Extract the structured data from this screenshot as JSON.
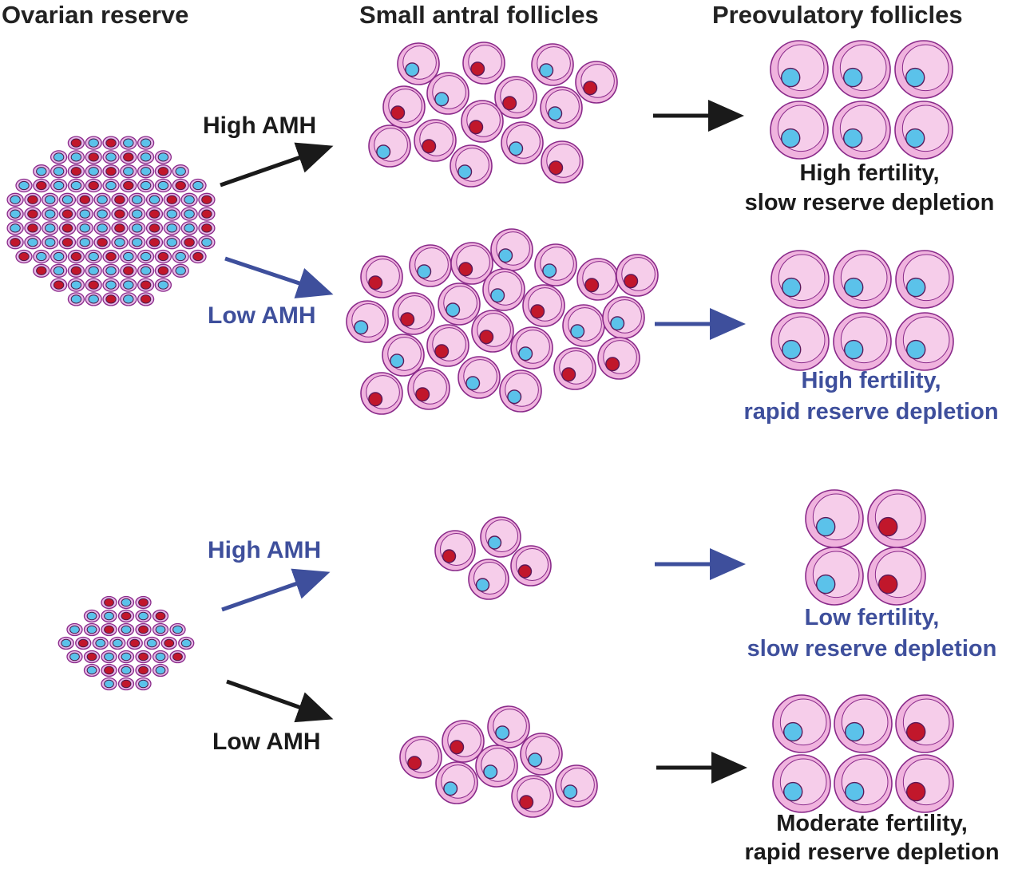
{
  "headers": {
    "reserve": "Ovarian reserve",
    "small": "Small antral follicles",
    "preov": "Preovulatory follicles"
  },
  "labels": {
    "top_high": "High AMH",
    "top_low": "Low AMH",
    "bottom_high": "High AMH",
    "bottom_low": "Low AMH"
  },
  "outcomes": {
    "o1_line1": "High fertility,",
    "o1_line2": "slow reserve depletion",
    "o2_line1": "High fertility,",
    "o2_line2": "rapid reserve depletion",
    "o3_line1": "Low fertility,",
    "o3_line2": "slow reserve depletion",
    "o4_line1": "Moderate fertility,",
    "o4_line2": "rapid reserve depletion"
  },
  "colors": {
    "arrow_dark": "#1a1a1a",
    "arrow_blue": "#3e4f9c",
    "follicle_fill": "#f0b3de",
    "follicle_inner": "#f6cdea",
    "follicle_stroke": "#8a2a8a",
    "oocyte_blue": "#5bc2ea",
    "oocyte_red": "#c1172b"
  }
}
